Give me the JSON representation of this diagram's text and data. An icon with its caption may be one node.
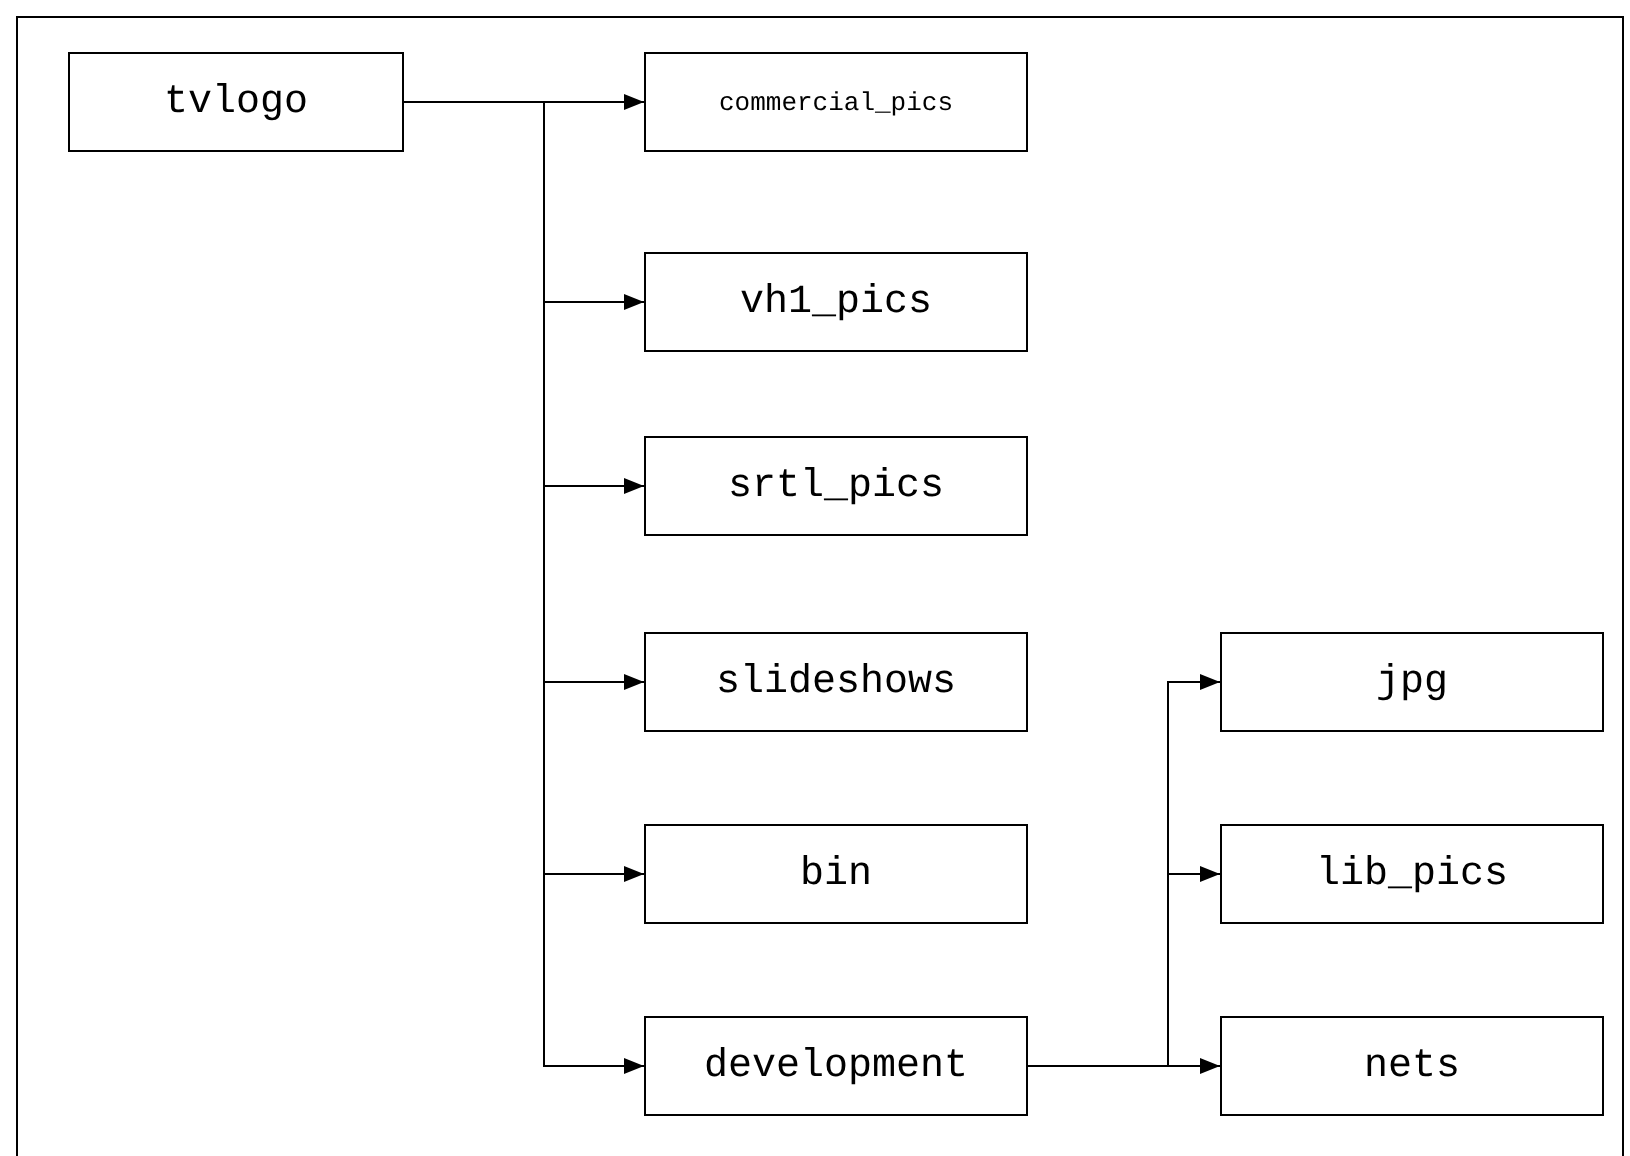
{
  "diagram": {
    "nodes": [
      {
        "text": [
          "tvlogo"
        ]
      },
      {
        "text": [
          "commercial_pics"
        ]
      },
      {
        "text": [
          "vh1_pics"
        ]
      },
      {
        "text": [
          "srtl_pics"
        ]
      },
      {
        "text": [
          "slideshows"
        ]
      },
      {
        "text": [
          "bin"
        ]
      },
      {
        "text": [
          "development"
        ]
      },
      {
        "text": [
          "jpg"
        ]
      },
      {
        "text": [
          "lib_pics"
        ]
      },
      {
        "text": [
          "nets"
        ]
      }
    ],
    "edges": [
      {
        "from": 0,
        "to": 1,
        "arrow": "to"
      },
      {
        "from": 0,
        "to": 2,
        "arrow": "to"
      },
      {
        "from": 0,
        "to": 3,
        "arrow": "to"
      },
      {
        "from": 0,
        "to": 4,
        "arrow": "to"
      },
      {
        "from": 0,
        "to": 5,
        "arrow": "to"
      },
      {
        "from": 0,
        "to": 6,
        "arrow": "to"
      },
      {
        "from": 6,
        "to": 7,
        "arrow": "to"
      },
      {
        "from": 6,
        "to": 8,
        "arrow": "to"
      },
      {
        "from": 6,
        "to": 9,
        "arrow": "to"
      }
    ]
  }
}
